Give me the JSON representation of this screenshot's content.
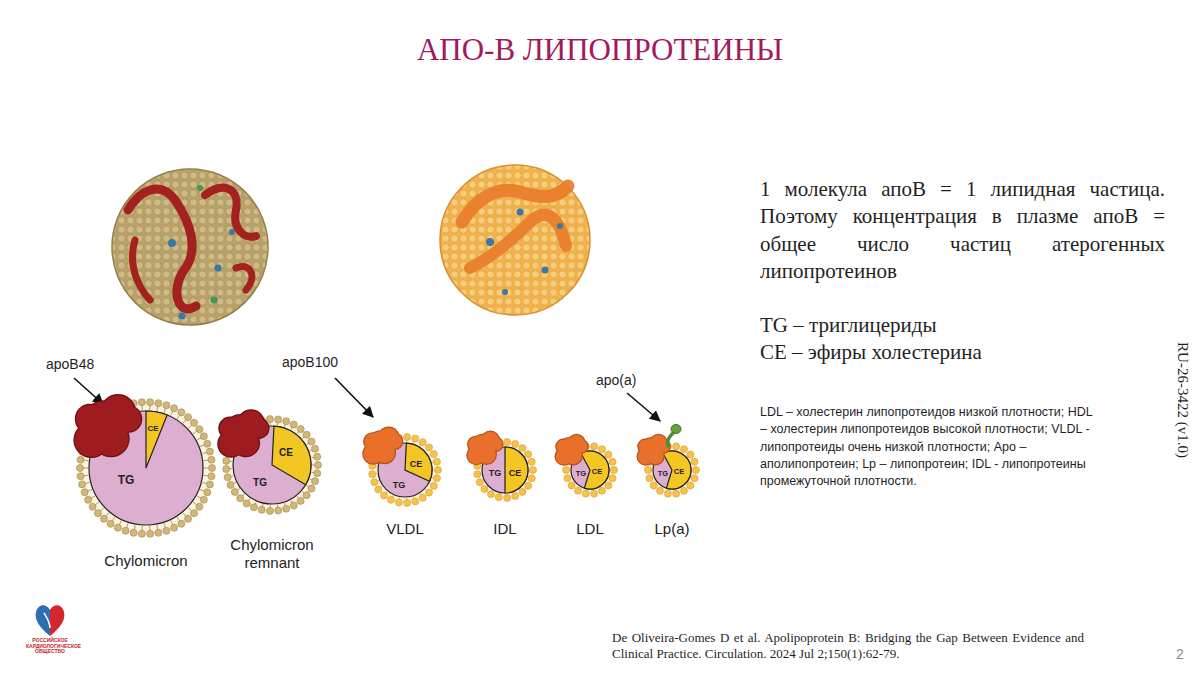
{
  "diagram": {
    "title": "АПО-В ЛИПОПРОТЕИНЫ",
    "nodes": [
      {
        "text": [
          "CE",
          "TG",
          "Chylomicron"
        ]
      },
      {
        "text": [
          "CE",
          "TG",
          "Chylomicron remnant"
        ]
      },
      {
        "text": [
          "CE",
          "TG",
          "VLDL"
        ]
      },
      {
        "text": [
          "TG",
          "CE",
          "IDL"
        ]
      },
      {
        "text": [
          "TG",
          "CE",
          "LDL"
        ]
      },
      {
        "text": [
          "TG",
          "CE",
          "Lp(a)"
        ]
      }
    ],
    "labels": [
      "apoB48",
      "apoB100",
      "apo(a)",
      "1 молекула апоВ = 1 липидная частица. Поэтому концентрация в плазме апоВ = общее число частиц атерогенных липопротеинов",
      "TG – триглицериды",
      "CE – эфиры холестерина",
      "LDL – холестерин липопротеидов низкой плотности; HDL – холестерин липопротеидов высокой плотности; VLDL - липопротеиды очень низкой плотности; Apo – аполипопротеин; Lp – липопротеин; IDL - липопротеины промежуточной плотности.",
      "RU-26-3422 (v1.0)",
      "De Oliveira-Gomes D et al. Apolipoprotein B: Bridging the Gap Between Evidence and Clinical Practice. Circulation. 2024 Jul 2;150(1):62-79.",
      "2",
      "РОССИЙСКОЕ КАРДИОЛОГИЧЕСКОЕ ОБЩЕСТВО"
    ]
  }
}
